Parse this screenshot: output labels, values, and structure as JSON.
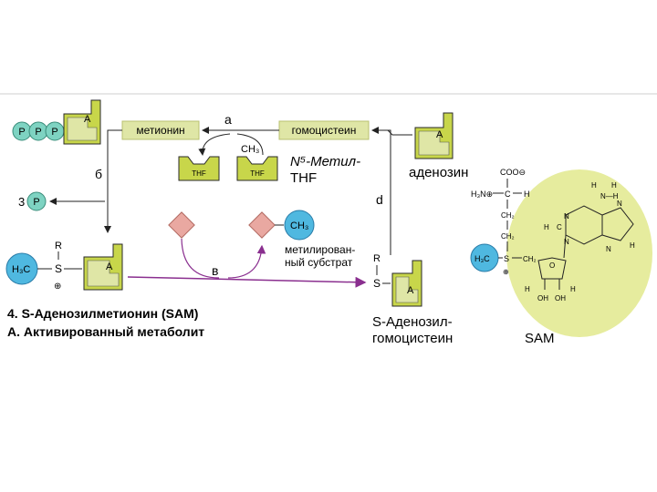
{
  "figure": {
    "metabolites": {
      "methionine": "метионин",
      "homocysteine": "гомоцистеин",
      "adenosine": "аденозин",
      "sah": [
        "S-Аденозил-",
        "гомоцистеин"
      ],
      "methyl_thf": [
        "N⁵-Метил-",
        "THF"
      ],
      "methylated_substrate": [
        "метилирован-",
        "ный субстрат"
      ],
      "sam_label": "SAM"
    },
    "step_letters": {
      "a": "а",
      "b": "б",
      "v": "в",
      "d": "d"
    },
    "atoms": {
      "p": "P",
      "a": "A",
      "thf": "THF",
      "ch3": "CH₃",
      "h3c": "H₃C",
      "s": "S",
      "r": "R",
      "plus": "⊕",
      "three": "3",
      "coo": "COO⊖",
      "h3n": "H₃N⊕",
      "c": "C",
      "h": "H",
      "ch2": "CH₂",
      "n": "N",
      "o": "O",
      "oh": "OH",
      "nh": "N—H"
    },
    "captions": {
      "title": "4. S-Аденозилметионин (SAM)",
      "subtitle": "А. Активированный метаболит"
    },
    "colors": {
      "green_box": "#dfe6a6",
      "block_fill": "#c8d64a",
      "block_edge": "#2a2a2a",
      "teal": "#7ed3c2",
      "blue": "#4fb8e0",
      "pink": "#e9a8a1",
      "arrow_purple": "#8a2f8f",
      "sam_bg": "#e6ec9e"
    }
  }
}
